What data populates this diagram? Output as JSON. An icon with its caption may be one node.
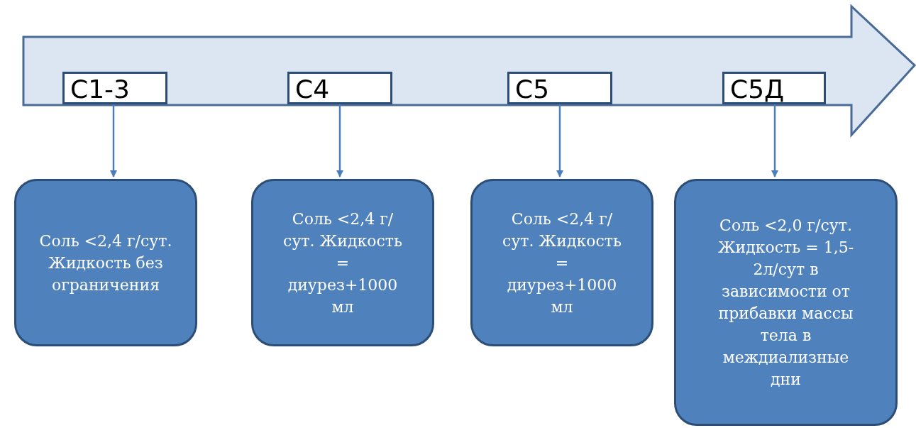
{
  "diagram": {
    "nodes": [
      {
        "text": [
          "С1-3"
        ]
      },
      {
        "text": [
          "С4"
        ]
      },
      {
        "text": [
          "С5"
        ]
      },
      {
        "text": [
          "С5Д"
        ]
      },
      {
        "text": [
          "Соль <2,4 г/сут. Жидкость без ограничения"
        ]
      },
      {
        "text": [
          "Соль <2,4 г/сут. Жидкость = диурез+1000 мл"
        ]
      },
      {
        "text": [
          "Соль <2,4 г/сут. Жидкость = диурез+1000 мл"
        ]
      },
      {
        "text": [
          "Соль <2,0 г/сут. Жидкость = 1,5-2л/сут в зависимости от прибавки массы тела в междиализные дни"
        ]
      }
    ],
    "edges": [
      {
        "from": 0,
        "to": 4,
        "arrow": "to"
      },
      {
        "from": 1,
        "to": 5,
        "arrow": "to"
      },
      {
        "from": 2,
        "to": 6,
        "arrow": "to"
      },
      {
        "from": 3,
        "to": 7,
        "arrow": "to"
      }
    ]
  }
}
